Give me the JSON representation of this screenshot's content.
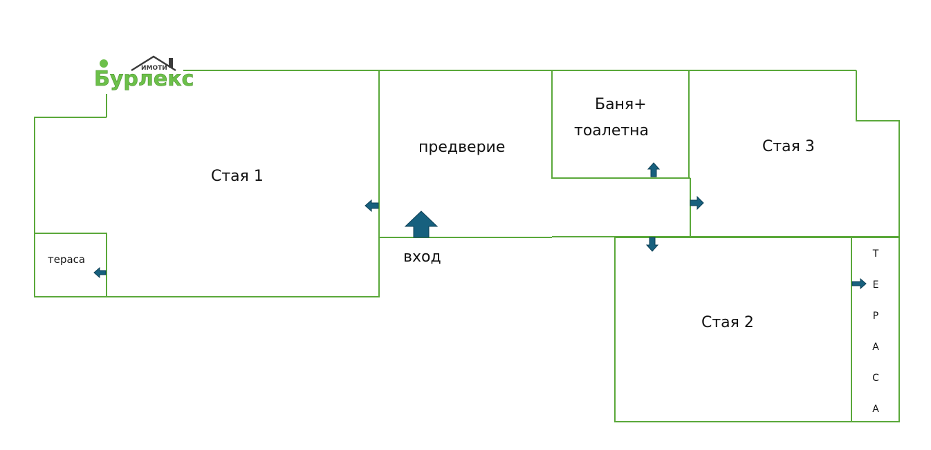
{
  "logo": {
    "brand": "Бурлекс",
    "sub": "ИМОТИ"
  },
  "rooms": {
    "room1": "Стая 1",
    "hall": "предверие",
    "bath_line1": "Баня+",
    "bath_line2": "тоалетна",
    "room3": "Стая 3",
    "room2": "Стая 2",
    "terrace_small": "тераса",
    "entrance": "вход"
  },
  "terrace_vertical": [
    "Т",
    "Е",
    "Р",
    "А",
    "С",
    "А"
  ],
  "colors": {
    "wall": "#5aa83a",
    "arrow": "#17607e"
  }
}
